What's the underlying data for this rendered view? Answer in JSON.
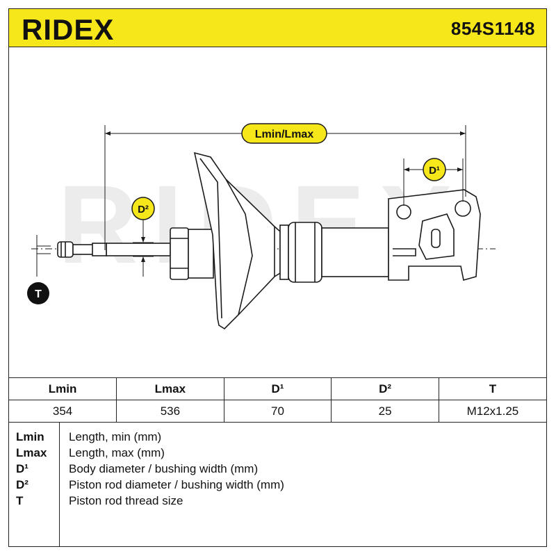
{
  "header": {
    "brand": "RIDEX",
    "part_number": "854S1148"
  },
  "diagram": {
    "labels": {
      "length": "Lmin/Lmax",
      "body_diameter": "D¹",
      "rod_diameter": "D²",
      "thread": "T"
    },
    "watermark": "RIDEX",
    "colors": {
      "badge_yellow": "#f6e71a",
      "badge_black": "#111111",
      "line": "#1a1a1a",
      "watermark": "#ececec"
    }
  },
  "spec_table": {
    "headers": [
      "Lmin",
      "Lmax",
      "D¹",
      "D²",
      "T"
    ],
    "values": [
      "354",
      "536",
      "70",
      "25",
      "M12x1.25"
    ]
  },
  "legend": [
    {
      "key": "Lmin",
      "desc": "Length, min (mm)"
    },
    {
      "key": "Lmax",
      "desc": "Length, max (mm)"
    },
    {
      "key": "D¹",
      "desc": "Body diameter / bushing width (mm)"
    },
    {
      "key": "D²",
      "desc": "Piston rod diameter / bushing width (mm)"
    },
    {
      "key": "T",
      "desc": "Piston rod thread size"
    }
  ]
}
